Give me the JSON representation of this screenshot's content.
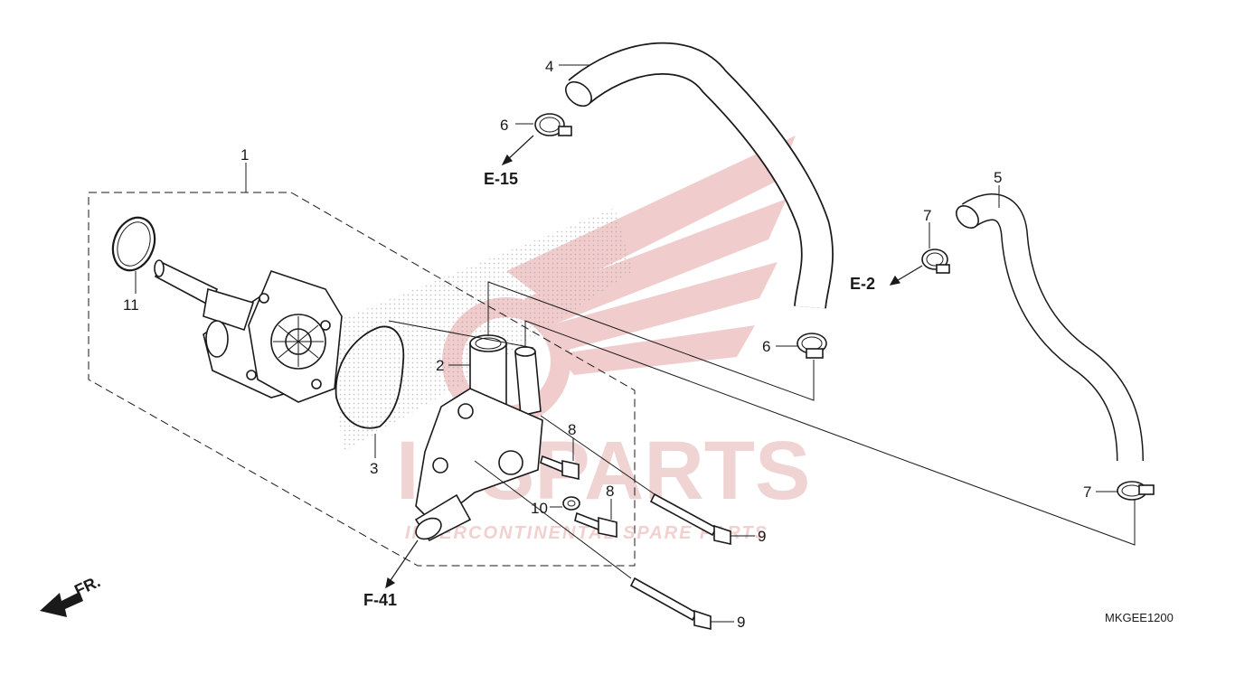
{
  "watermark": {
    "brand": "ICSPARTS",
    "tagline": "INTERCONTINENTAL SPARE PARTS",
    "colors": {
      "wing": "#e9b7b7",
      "text": "#f0d4d4"
    }
  },
  "callouts": {
    "p1": "1",
    "p2": "2",
    "p3": "3",
    "p4": "4",
    "p5": "5",
    "p6a": "6",
    "p6b": "6",
    "p7a": "7",
    "p7b": "7",
    "p8a": "8",
    "p8b": "8",
    "p9a": "9",
    "p9b": "9",
    "p10": "10",
    "p11": "11"
  },
  "references": {
    "e15": "E-15",
    "e2": "E-2",
    "f41": "F-41"
  },
  "direction": {
    "label": "FR."
  },
  "diagram_code": "MKGEE1200"
}
